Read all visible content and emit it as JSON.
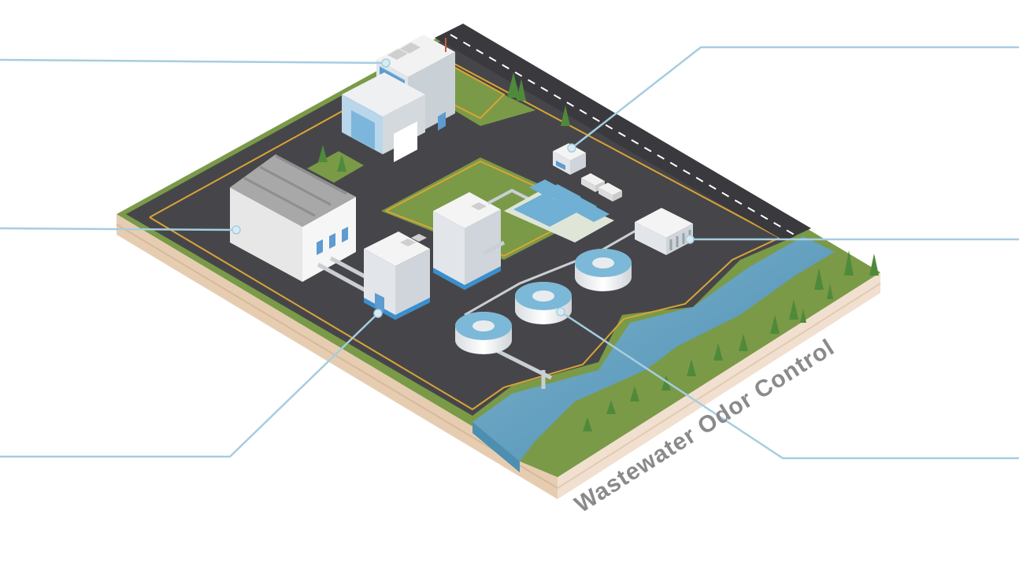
{
  "diagram": {
    "title": "Wastewater Odor Control",
    "colors": {
      "grass": "#7a9a48",
      "grass_dark": "#5f7d38",
      "asphalt": "#46464a",
      "soil_top": "#e8d2bb",
      "soil_side": "#f0dfce",
      "water": "#5a9abb",
      "water_light": "#8cc2dc",
      "callout_line": "#a7cde0",
      "road_line": "#ffffff",
      "yellow_line": "#d9a435",
      "title_text": "#8a8a8a"
    },
    "callouts": [
      {
        "name": "office-building-callout"
      },
      {
        "name": "warehouse-callout"
      },
      {
        "name": "pump-house-callout"
      },
      {
        "name": "control-building-callout"
      },
      {
        "name": "blower-unit-callout"
      },
      {
        "name": "clarifier-callout"
      }
    ]
  }
}
